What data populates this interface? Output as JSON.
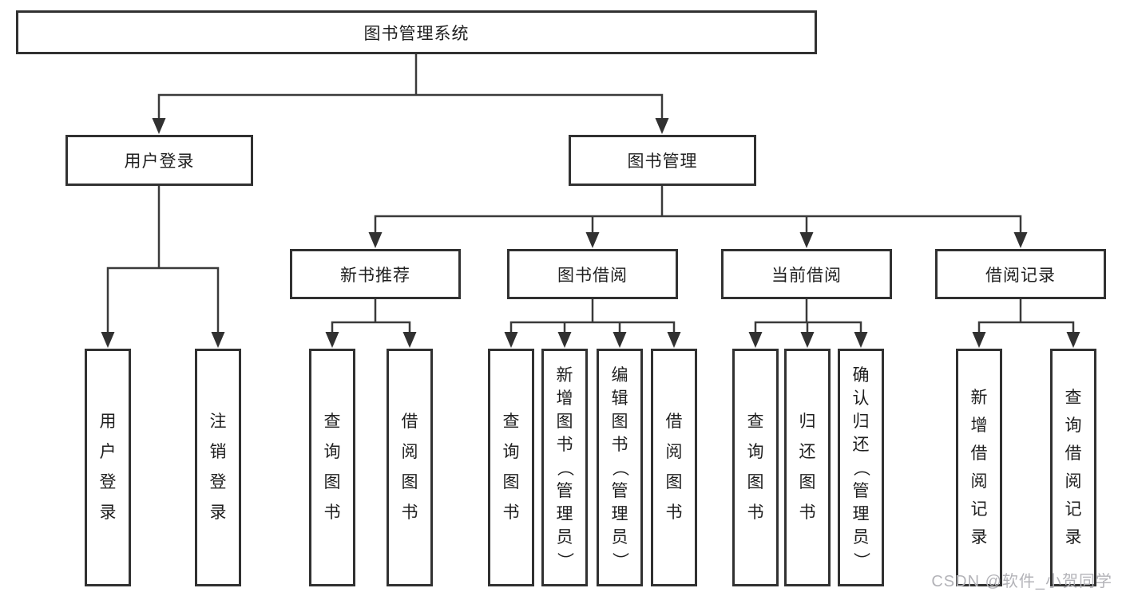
{
  "diagram_title": "图书管理系统",
  "watermark": "CSDN @软件_小贺同学",
  "colors": {
    "line": "#3a3a3a",
    "box_border": "#313131",
    "text": "#1f1f1f",
    "watermark_text": "#b3b3b8",
    "background": "#ffffff"
  },
  "tree": {
    "root": {
      "label": "图书管理系统"
    },
    "branches": [
      {
        "label": "用户登录",
        "children": [
          "用户登录",
          "注销登录"
        ]
      },
      {
        "label": "图书管理",
        "groups": [
          {
            "label": "新书推荐",
            "children": [
              "查询图书",
              "借阅图书"
            ]
          },
          {
            "label": "图书借阅",
            "children": [
              "查询图书",
              "新增图书（管理员）",
              "编辑图书（管理员）",
              "借阅图书"
            ]
          },
          {
            "label": "当前借阅",
            "children": [
              "查询图书",
              "归还图书",
              "确认归还（管理员）"
            ]
          },
          {
            "label": "借阅记录",
            "children": [
              "新增借阅记录",
              "查询借阅记录"
            ]
          }
        ]
      }
    ]
  }
}
